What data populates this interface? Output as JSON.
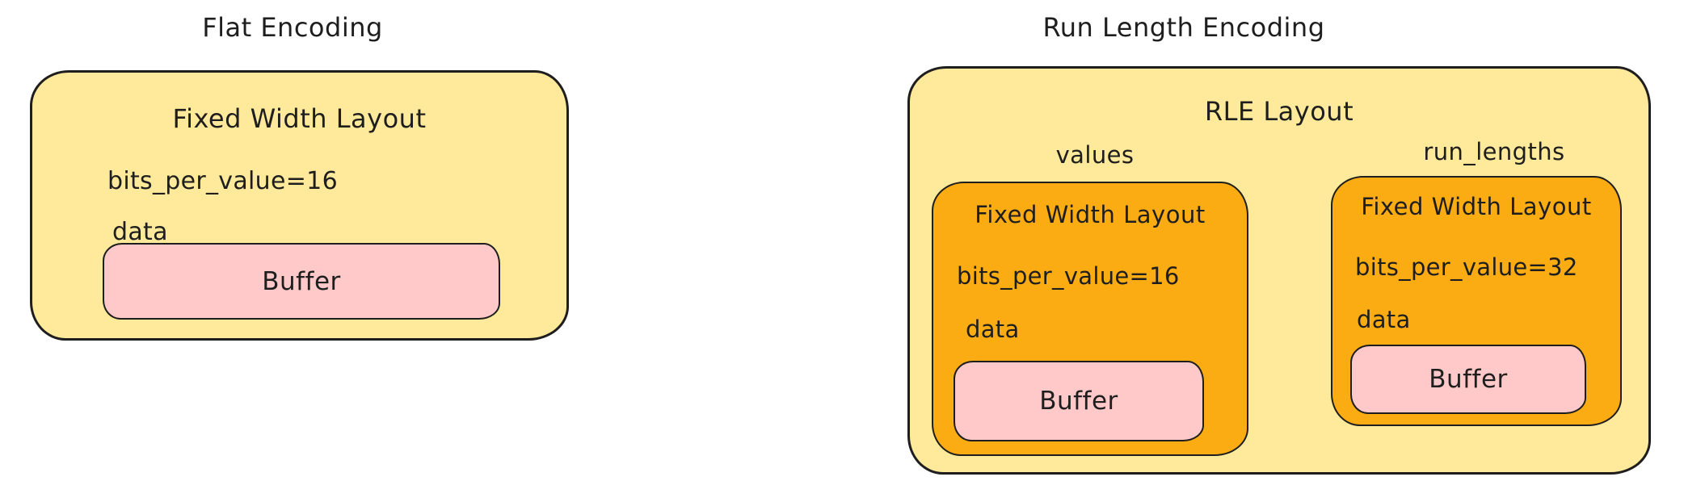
{
  "colors": {
    "yellow": "#ffe99a",
    "orange": "#fbac12",
    "pink": "#ffc9c9",
    "stroke": "#1e1e1e",
    "background": "#ffffff"
  },
  "flat": {
    "title": "Flat Encoding",
    "layout": {
      "heading": "Fixed Width Layout",
      "field_bits": "bits_per_value=16",
      "field_data": "data",
      "buffer_label": "Buffer"
    }
  },
  "rle": {
    "title": "Run Length Encoding",
    "layout_heading": "RLE Layout",
    "values": {
      "label": "values",
      "heading": "Fixed Width Layout",
      "field_bits": "bits_per_value=16",
      "field_data": "data",
      "buffer_label": "Buffer"
    },
    "run_lengths": {
      "label": "run_lengths",
      "heading": "Fixed Width Layout",
      "field_bits": "bits_per_value=32",
      "field_data": "data",
      "buffer_label": "Buffer"
    }
  }
}
